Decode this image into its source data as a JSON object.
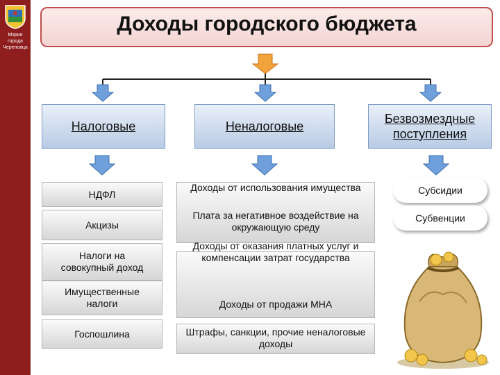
{
  "sidebar": {
    "text": "Мэрия города Череповца"
  },
  "title": "Доходы городского бюджета",
  "categories": [
    {
      "label": "Налоговые"
    },
    {
      "label": "Неналоговые"
    },
    {
      "label": "Безвозмездные поступления"
    }
  ],
  "tax_items": [
    "НДФЛ",
    "Акцизы",
    "Налоги на совокупный доход",
    "Имущественные налоги",
    "Госпошлина"
  ],
  "nontax_items": {
    "property_income": "Доходы от использования имущества",
    "negative_impact": "Плата за негативное воздействие на окружающую среду",
    "paid_services": "Доходы от оказания платных услуг и компенсации затрат государства",
    "mna_sales": "Доходы от продажи МНА",
    "fines": "Штрафы, санкции, прочие неналоговые доходы"
  },
  "grant_items": [
    "Субсидии",
    "Субвенции"
  ],
  "colors": {
    "accent": "#c0504d",
    "arrow_blue": "#6fa0dc",
    "arrow_orange": "#f3a33c",
    "sidebar": "#8e1d1d"
  }
}
